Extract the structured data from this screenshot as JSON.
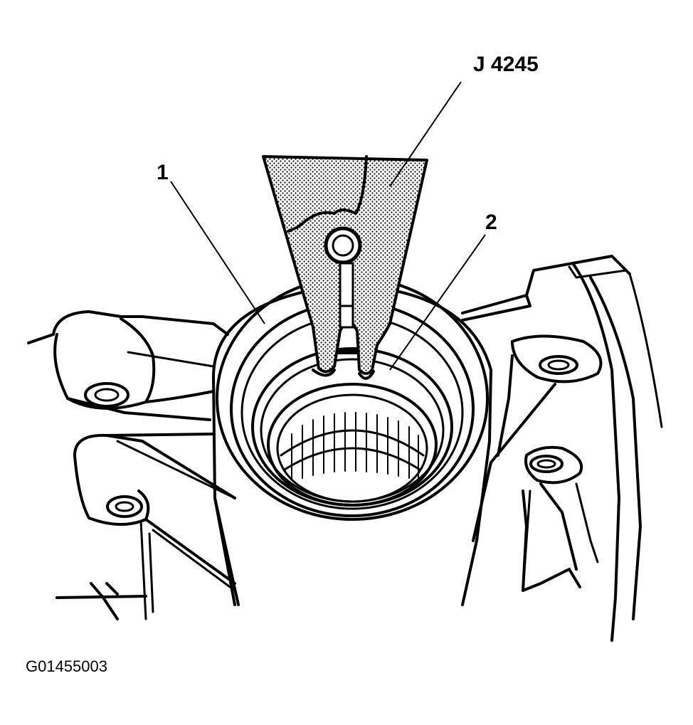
{
  "figure_id": "G01455003",
  "callouts": {
    "tool": "J 4245",
    "item_1": "1",
    "item_2": "2"
  },
  "colors": {
    "ink": "#000000",
    "paper": "#ffffff"
  }
}
